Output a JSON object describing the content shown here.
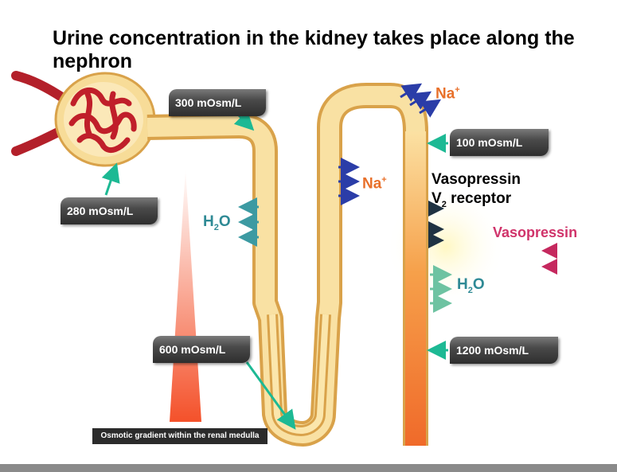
{
  "slide": {
    "title": "Urine concentration in the kidney takes place along the nephron"
  },
  "labels": {
    "proximal": "300 mOsm/L",
    "glomerulus": "280 mOsm/L",
    "loop_bottom": "600 mOsm/L",
    "distal": "100 mOsm/L",
    "collecting": "1200 mOsm/L"
  },
  "ions": {
    "na_top": "Na",
    "na_mid": "Na",
    "plus": "+",
    "h2o_left": "H",
    "h2o_right": "H",
    "h2o_sub": "2",
    "h2o_o": "O"
  },
  "receptor": {
    "line1": "Vasopressin",
    "line2a": "V",
    "line2sub": "2",
    "line2b": " receptor",
    "hormone": "Vasopressin"
  },
  "caption": "Osmotic gradient within the renal medulla",
  "colors": {
    "tube_fill": "#f6d88f",
    "tube_edge": "#d9a24a",
    "na": "#e8702a",
    "h2o": "#2f8a95",
    "arrow_teal": "#1db994",
    "arrow_blue": "#2b3da8",
    "vasopressin": "#d0336a"
  }
}
